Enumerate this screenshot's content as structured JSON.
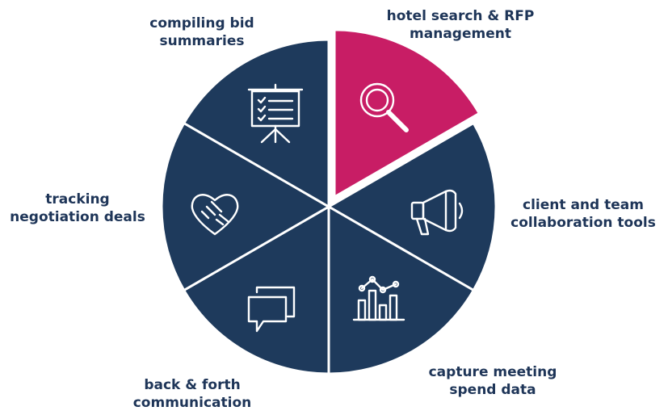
{
  "colors": {
    "navy": "#1e3a5c",
    "accent": "#c81d65",
    "divider": "#ffffff",
    "label": "#1e3558"
  },
  "segments": [
    {
      "id": "hotel",
      "highlighted": true,
      "icon": "magnifier-icon",
      "label": [
        "hotel search & RFP",
        "management"
      ]
    },
    {
      "id": "collab",
      "highlighted": false,
      "icon": "megaphone-icon",
      "label": [
        "client and team",
        "collaboration tools"
      ]
    },
    {
      "id": "spend",
      "highlighted": false,
      "icon": "bar-chart-icon",
      "label": [
        "capture meeting",
        "spend data"
      ]
    },
    {
      "id": "comms",
      "highlighted": false,
      "icon": "chat-bubbles-icon",
      "label": [
        "back & forth",
        "communication"
      ]
    },
    {
      "id": "negotiation",
      "highlighted": false,
      "icon": "handshake-icon",
      "label": [
        "tracking",
        "negotiation deals"
      ]
    },
    {
      "id": "bids",
      "highlighted": false,
      "icon": "presentation-board-icon",
      "label": [
        "compiling bid",
        "summaries"
      ]
    }
  ]
}
